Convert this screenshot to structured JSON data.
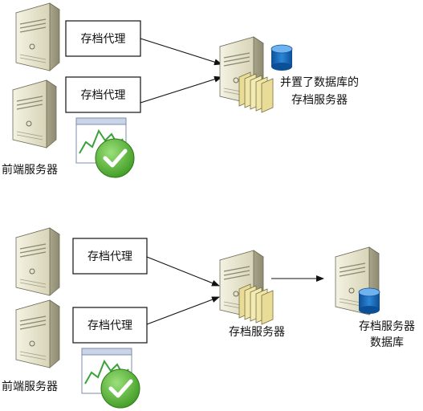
{
  "top": {
    "agent1_label": "存档代理",
    "agent2_label": "存档代理",
    "frontend_label": "前端服务器",
    "archive_caption_line1": "并置了数据库的",
    "archive_caption_line2": "存档服务器"
  },
  "bottom": {
    "agent1_label": "存档代理",
    "agent2_label": "存档代理",
    "frontend_label": "前端服务器",
    "archive_label": "存档服务器",
    "db_caption_line1": "存档服务器",
    "db_caption_line2": "数据库"
  },
  "colors": {
    "server_face": "#e9e6cf",
    "server_side": "#b9b59a",
    "database": "#1e73c8",
    "check": "#4cae2d",
    "folder": "#efe6a8"
  }
}
